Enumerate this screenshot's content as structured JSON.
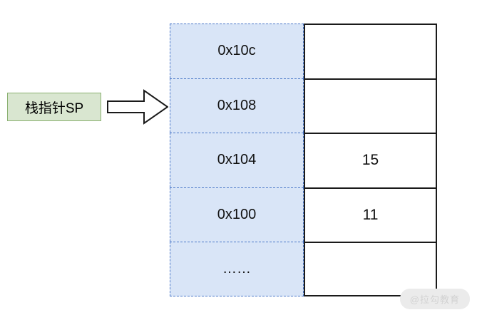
{
  "diagram": {
    "title": "stack-pointer-memory-diagram",
    "pointer": {
      "label": "栈指针SP",
      "points_to_row_index": 1,
      "fill_color": "#d9e6d0",
      "border_color": "#8ab070",
      "arrow_icon": "right-block-arrow-icon"
    },
    "columns": {
      "address_header": "",
      "value_header": ""
    },
    "style": {
      "address_cell_fill": "#d9e5f7",
      "address_cell_border": "#4a77c8",
      "value_cell_fill": "#ffffff",
      "value_cell_border": "#1a1a1a"
    },
    "rows": [
      {
        "address": "0x10c",
        "value": ""
      },
      {
        "address": "0x108",
        "value": ""
      },
      {
        "address": "0x104",
        "value": "15"
      },
      {
        "address": "0x100",
        "value": "11"
      },
      {
        "address": "……",
        "value": ""
      }
    ]
  },
  "watermark": {
    "text": "@拉勾教育"
  }
}
